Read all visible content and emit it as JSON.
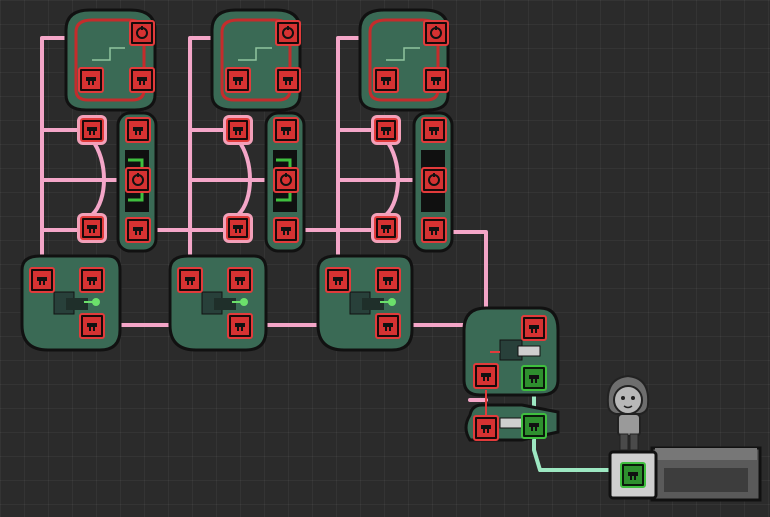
{
  "scene": {
    "name": "logic-circuit-base",
    "wire_colors": {
      "signal_off": "#f4a6c8",
      "signal_on": "#9de8c2"
    },
    "port_colors": {
      "red": "#e23b3b",
      "green": "#3fbf3f"
    },
    "building_fill": "#3a6a55",
    "modules": [
      {
        "id": "module-1",
        "memory_display": "partial-bracket"
      },
      {
        "id": "module-2",
        "memory_display": "partial-bracket"
      },
      {
        "id": "module-3",
        "memory_display": "blank"
      }
    ],
    "final_output_port": "green",
    "duplicant": {
      "present": true,
      "shade": "grayscale"
    }
  }
}
